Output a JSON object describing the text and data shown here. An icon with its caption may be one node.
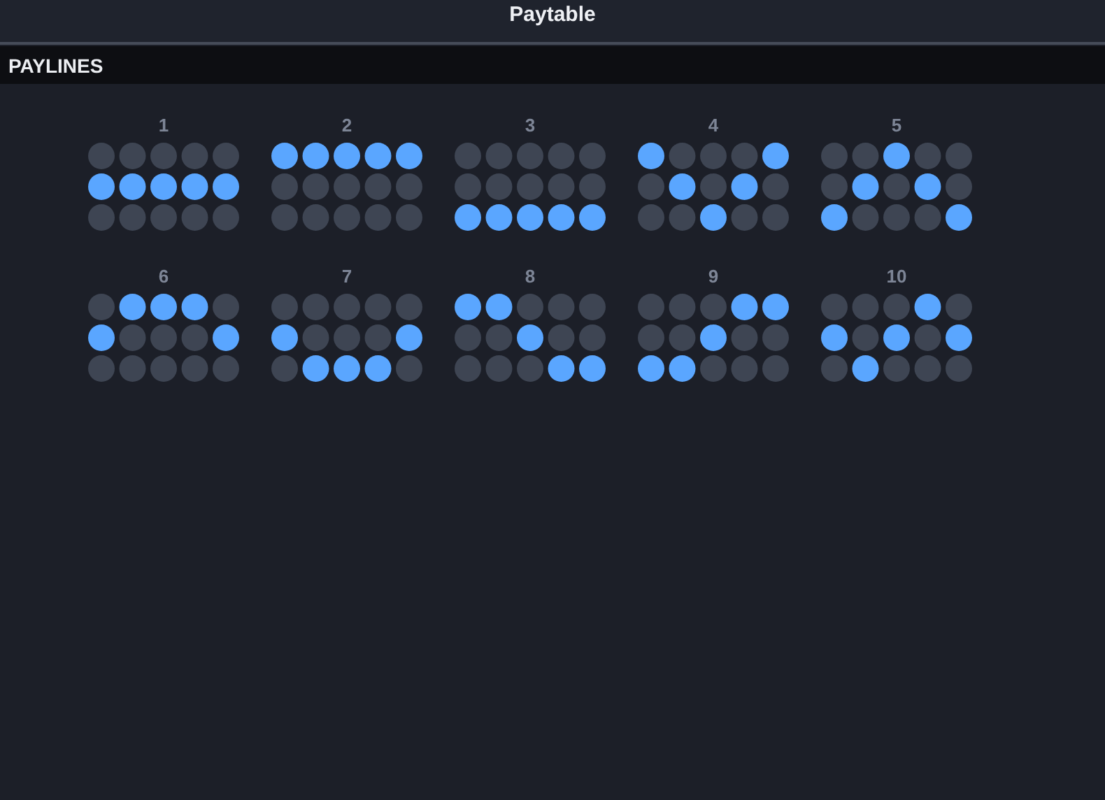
{
  "diagram": {
    "title": "Paytable",
    "nodes": [
      {
        "text": [
          "PAYLINES"
        ]
      }
    ],
    "labels": [
      "1",
      "2",
      "3",
      "4",
      "5",
      "6",
      "7",
      "8",
      "9",
      "10"
    ]
  }
}
